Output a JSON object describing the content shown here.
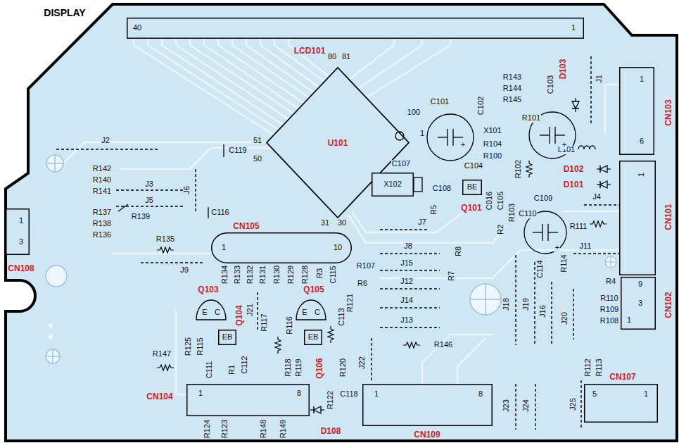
{
  "diagram": {
    "title": "DISPLAY",
    "nodes": [
      {
        "text": [
          "40",
          "1",
          "LCD101"
        ]
      },
      {
        "text": [
          "U101",
          "80",
          "81",
          "100",
          "1",
          "51",
          "50",
          "31",
          "30"
        ]
      },
      {
        "text": [
          "X102"
        ]
      },
      {
        "text": [
          "BE",
          "Q101"
        ]
      },
      {
        "text": [
          "1",
          "3",
          "CN108"
        ]
      },
      {
        "text": [
          "1",
          "6",
          "CN103"
        ]
      },
      {
        "text": [
          "1",
          "CN101"
        ]
      },
      {
        "text": [
          "9",
          "3",
          "1",
          "CN102"
        ]
      },
      {
        "text": [
          "1",
          "10",
          "CN105"
        ]
      },
      {
        "text": [
          "E",
          "C",
          "Q103"
        ]
      },
      {
        "text": [
          "EB",
          "Q104"
        ]
      },
      {
        "text": [
          "E",
          "C",
          "Q105"
        ]
      },
      {
        "text": [
          "EB",
          "Q106"
        ]
      },
      {
        "text": [
          "1",
          "8",
          "CN104"
        ]
      },
      {
        "text": [
          "1",
          "8",
          "CN109"
        ]
      },
      {
        "text": [
          "5",
          "1",
          "CN107"
        ]
      }
    ],
    "labels": [
      "R143",
      "R144",
      "R145",
      "C103",
      "D103",
      "J1",
      "C101",
      "C102",
      "R101",
      "X101",
      "R104",
      "R100",
      "C107",
      "C104",
      "R102",
      "C108",
      "C016",
      "C105",
      "R103",
      "L101",
      "D102",
      "D101",
      "J4",
      "C109",
      "C110",
      "+",
      "+",
      "+",
      "R111",
      "J11",
      "R114",
      "C114",
      "R2",
      "R5",
      "R8",
      "R7",
      "J7",
      "J8",
      "J15",
      "J12",
      "J14",
      "J13",
      "R146",
      "R107",
      "R6",
      "J18",
      "J19",
      "J16",
      "J20",
      "R4",
      "R110",
      "R109",
      "R108",
      "R112",
      "R113",
      "J25",
      "J23",
      "J24",
      "C119",
      "J2",
      "R142",
      "R140",
      "J3",
      "R141",
      "J5",
      "R137",
      "R139",
      "R138",
      "R136",
      "J6",
      "C116",
      "R135",
      "J9",
      "R134",
      "R133",
      "R132",
      "R131",
      "R130",
      "R129",
      "R128",
      "R3",
      "C115",
      "R125",
      "R115",
      "J21",
      "R117",
      "R116",
      "C113",
      "R121",
      "R147",
      "C112",
      "R118",
      "R119",
      "R120",
      "J22",
      "R122",
      "C118",
      "D108",
      "R1",
      "C111",
      "R124",
      "R123",
      "R148",
      "R149"
    ]
  }
}
